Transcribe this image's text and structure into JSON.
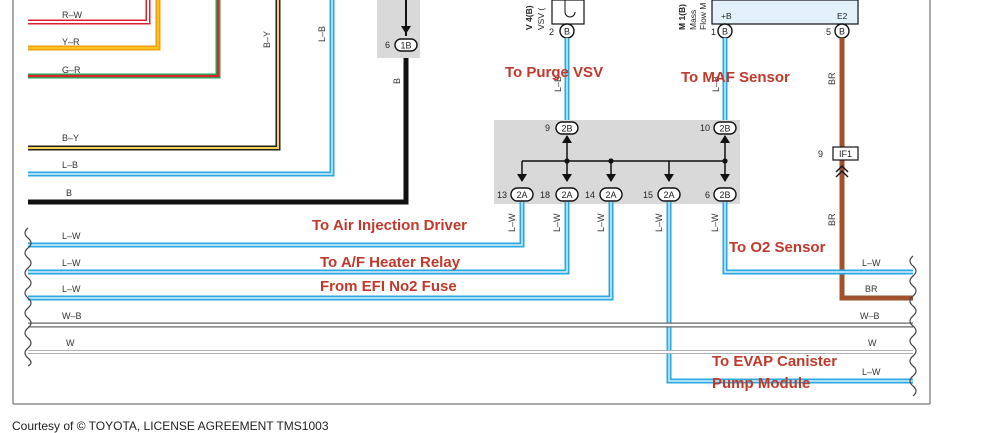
{
  "left_wire_labels": [
    "R–W",
    "Y–R",
    "G–R",
    "B–Y",
    "L–B",
    "B"
  ],
  "bottom_wire_labels": [
    "L–W",
    "L–W",
    "L–W",
    "W–B",
    "W"
  ],
  "right_wire_labels": [
    "L–W",
    "BR",
    "W–B",
    "W",
    "L–W"
  ],
  "vertical_wire_labels": {
    "b_y": "B–Y",
    "l_b": "L–B",
    "b": "B",
    "purge": "L–B",
    "maf": "L–B",
    "br_top": "BR",
    "br_bottom": "BR",
    "j13": "L–W",
    "j18": "L–W",
    "j14": "L–W",
    "j15": "L–W",
    "j6": "L–W"
  },
  "connectors": {
    "c1b": {
      "num": "6",
      "code": "1B"
    },
    "c9": {
      "num": "9",
      "code": "2B"
    },
    "c10": {
      "num": "10",
      "code": "2B"
    },
    "c13": {
      "num": "13",
      "code": "2A"
    },
    "c18": {
      "num": "18",
      "code": "2A"
    },
    "c14": {
      "num": "14",
      "code": "2A"
    },
    "c15": {
      "num": "15",
      "code": "2A"
    },
    "c6": {
      "num": "6",
      "code": "2B"
    },
    "if1": {
      "num": "9",
      "code": "IF1"
    },
    "v4_pin": {
      "num": "2",
      "code": "B"
    },
    "m1_pin1": {
      "num": "1",
      "code": "B"
    },
    "m1_pin5": {
      "num": "5",
      "code": "B"
    }
  },
  "components": {
    "v4_line1": "V 4(B)",
    "v4_line2": "VSV (",
    "m1_line1": "M 1(B)",
    "m1_line2": "Mass",
    "m1_line3": "Flow M",
    "m1_plus_b": "+B",
    "m1_e2": "E2"
  },
  "annotations": {
    "purge_vsv": "To Purge VSV",
    "maf_sensor": "To MAF Sensor",
    "air_injection": "To Air Injection Driver",
    "af_heater": "To A/F Heater Relay",
    "efi_fuse": "From EFI No2 Fuse",
    "o2_sensor": "To O2 Sensor",
    "evap_line1": "To EVAP Canister",
    "evap_line2": "Pump Module"
  },
  "colors": {
    "wire_blue": "#29a9e1",
    "wire_black": "#111111",
    "wire_brown": "#a0522d",
    "wire_red": "#e0202e",
    "wire_yellow": "#f5c518",
    "wire_orange": "#f39c12",
    "wire_green": "#2e9e4f",
    "annotation_red": "#c0392b",
    "junction_gray": "#d9d9d9"
  },
  "credit": "Courtesy of © TOYOTA, LICENSE AGREEMENT TMS1003"
}
